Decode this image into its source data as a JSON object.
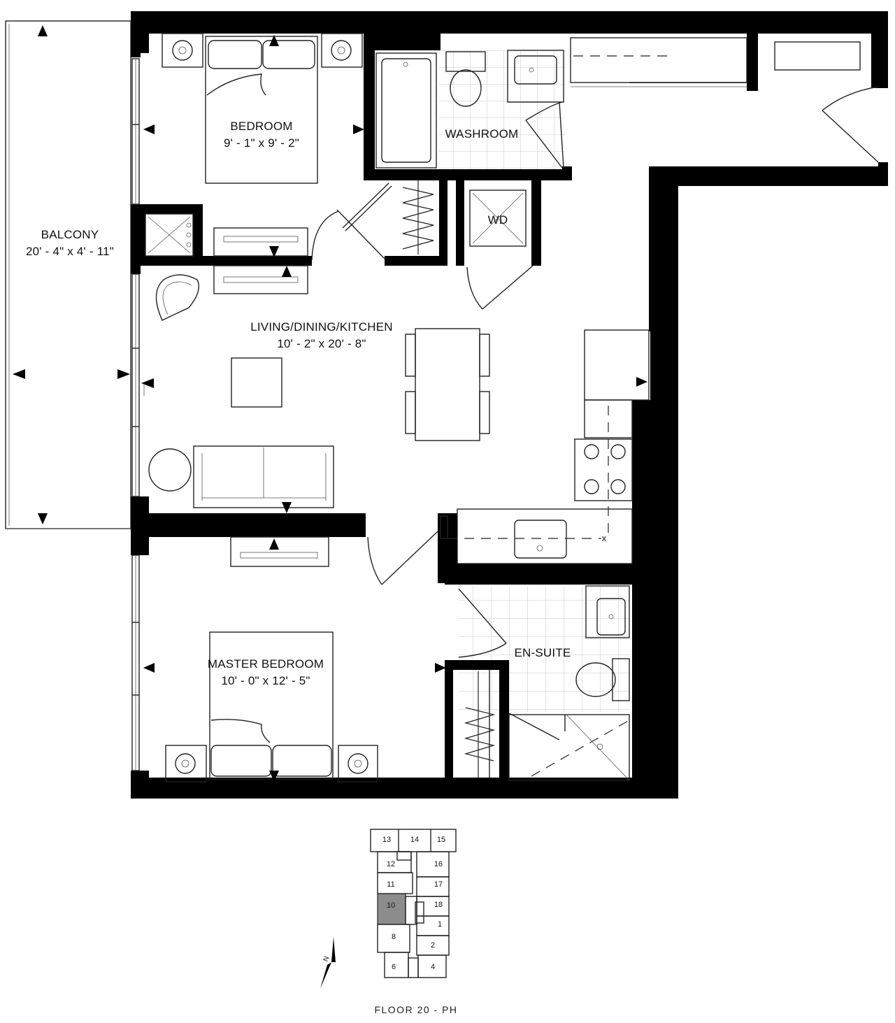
{
  "rooms": {
    "balcony": {
      "name": "BALCONY",
      "size": "20' - 4\"  x  4' - 11\""
    },
    "bedroom": {
      "name": "BEDROOM",
      "size": "9' - 1\"  x  9' - 2\""
    },
    "washroom": {
      "name": "WASHROOM"
    },
    "laundry": {
      "name": "WD"
    },
    "living": {
      "name": "LIVING/DINING/KITCHEN",
      "size": "10' - 2\"  x  20' - 8\""
    },
    "master": {
      "name": "MASTER BEDROOM",
      "size": "10' - 0\"  x  12' - 5\""
    },
    "ensuite": {
      "name": "EN-SUITE"
    }
  },
  "sink_mark": "x",
  "key_plan": {
    "units": [
      "13",
      "14",
      "15",
      "12",
      "16",
      "11",
      "17",
      "10",
      "18",
      "1",
      "8",
      "2",
      "6",
      "4"
    ],
    "highlighted_unit": "10",
    "highlight_color": "#8c8c8c"
  },
  "north_label": "N",
  "floor_label": "FLOOR 20 - PH",
  "colors": {
    "wall": "#000000",
    "tile_grid": "#c8c8c8",
    "line": "#222222"
  }
}
